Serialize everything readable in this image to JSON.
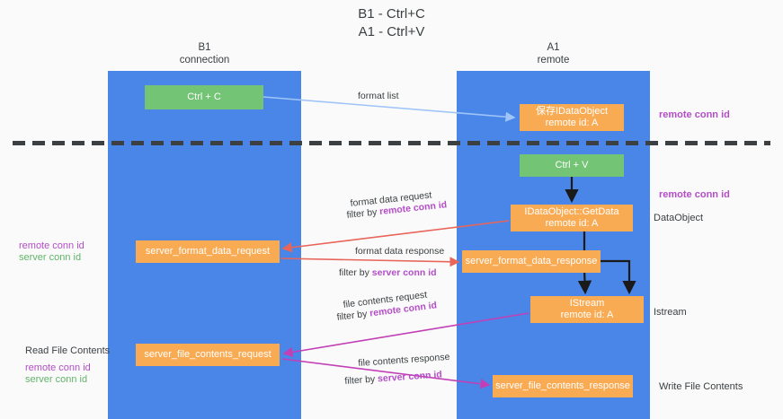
{
  "title": {
    "line1": "B1 - Ctrl+C",
    "line2": "A1 - Ctrl+V"
  },
  "lanes": [
    {
      "id": "b1",
      "name": "B1",
      "role": "connection"
    },
    {
      "id": "a1",
      "name": "A1",
      "role": "remote"
    }
  ],
  "boxes": {
    "ctrl_c": {
      "line1": "Ctrl + C",
      "line2": "",
      "color": "#74c476"
    },
    "idataobject": {
      "line1": "保存IDataObject",
      "line2": "remote id: A",
      "color": "#f9ab54"
    },
    "ctrl_v": {
      "line1": "Ctrl + V",
      "line2": "",
      "color": "#74c476"
    },
    "getdata": {
      "line1": "IDataObject::GetData",
      "line2": "remote id: A",
      "color": "#f9ab54"
    },
    "format_data_request": {
      "line1": "server_format_data_request",
      "line2": "",
      "color": "#f9ab54"
    },
    "format_data_response": {
      "line1": "server_format_data_response",
      "line2": "",
      "color": "#f9ab54"
    },
    "istream": {
      "line1": "IStream",
      "line2": "remote id: A",
      "color": "#f9ab54"
    },
    "file_contents_request": {
      "line1": "server_file_contents_request",
      "line2": "",
      "color": "#f9ab54"
    },
    "file_contents_response": {
      "line1": "server_file_contents_response",
      "line2": "",
      "color": "#f9ab54"
    }
  },
  "edge_labels": {
    "format_list": "format list",
    "format_data_request": "format data request",
    "format_data_request_filter_prefix": "filter by ",
    "format_data_request_filter_key": "remote conn id",
    "format_data_response": "format data response",
    "format_data_response_filter_prefix": "filter by ",
    "format_data_response_filter_key": "server conn id",
    "file_contents_request": "file contents request",
    "file_contents_request_filter_prefix": "filter by ",
    "file_contents_request_filter_key": "remote conn id",
    "file_contents_response": "file contents response",
    "file_contents_response_filter_prefix": "filter by ",
    "file_contents_response_filter_key": "server conn id"
  },
  "side_notes": {
    "right_remote_conn_id_top": "remote conn id",
    "right_remote_conn_id_mid": "remote conn id",
    "right_dataobject": "DataObject",
    "right_istream": "Istream",
    "right_write_file_contents": "Write File Contents",
    "left_read_file_contents": "Read File Contents",
    "left_remote_conn_id_1": "remote conn id",
    "left_server_conn_id_1": "server conn id",
    "left_remote_conn_id_2": "remote conn id",
    "left_server_conn_id_2": "server conn id"
  },
  "colors": {
    "lane": "#4a86e8",
    "green_box": "#74c476",
    "orange_box": "#f9ab54",
    "purple_text": "#b44dc8",
    "green_text": "#62b56a",
    "arrow_lightblue": "#9fc5f8",
    "arrow_red": "#e8655a",
    "arrow_magenta": "#c23fb5",
    "arrow_black": "#1a1a1a",
    "divider": "#3c4043",
    "background": "#fafafa"
  }
}
